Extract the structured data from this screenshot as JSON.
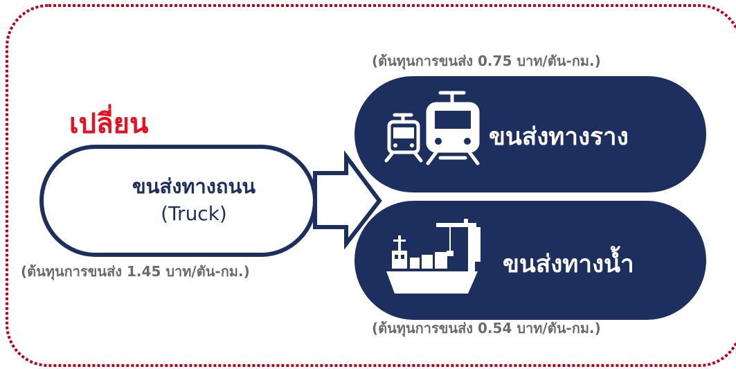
{
  "diagram": {
    "change_label": "เปลี่ยน",
    "road": {
      "label_th": "ขนส่งทางถนน",
      "label_en": "(Truck)",
      "cost": "(ต้นทุนการขนส่ง 1.45 บาท/ตัน-กม.)"
    },
    "rail": {
      "label": "ขนส่งทางราง",
      "cost": "(ต้นทุนการขนส่ง 0.75 บาท/ตัน-กม.)",
      "icon": "train-icon"
    },
    "water": {
      "label": "ขนส่งทางน้ำ",
      "cost": "(ต้นทุนการขนส่ง 0.54 บาท/ตัน-กม.)",
      "icon": "ship-crane-icon"
    }
  },
  "colors": {
    "navy": "#1c2f5e",
    "red": "#e8101e",
    "dotted_border": "#c0001a",
    "cost_text": "#6b6b6b"
  }
}
